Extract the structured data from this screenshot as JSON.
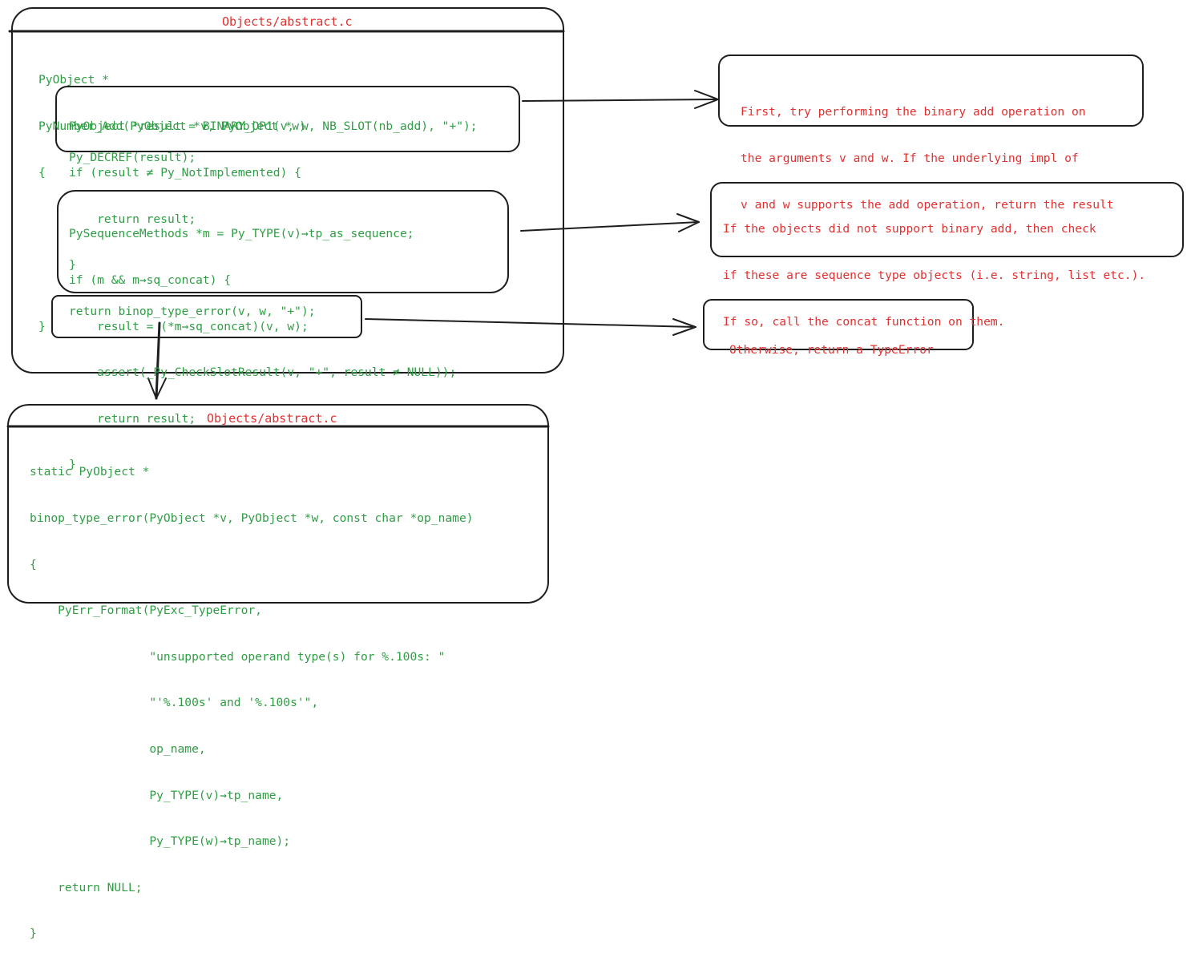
{
  "colors": {
    "stroke": "#1e1e1e",
    "code_text": "#2f9e44",
    "note_text": "#e03131",
    "background": "#ffffff"
  },
  "file_box_1": {
    "title": "Objects/abstract.c",
    "lines": [
      "PyObject *",
      "PyNumber_Add(PyObject *v, PyObject *w)",
      "{"
    ]
  },
  "block_binary_op": {
    "lines": [
      "PyObject *result = BINARY_OP1(v, w, NB_SLOT(nb_add), \"+\");",
      "if (result ≠ Py_NotImplemented) {",
      "    return result;",
      "}"
    ]
  },
  "decref_line": "Py_DECREF(result);",
  "block_sequence": {
    "lines": [
      "PySequenceMethods *m = Py_TYPE(v)→tp_as_sequence;",
      "if (m && m→sq_concat) {",
      "    result = (*m→sq_concat)(v, w);",
      "    assert(_Py_CheckSlotResult(v, \"+\", result ≠ NULL));",
      "    return result;",
      "}"
    ]
  },
  "block_return": {
    "line": "return binop_type_error(v, w, \"+\");"
  },
  "closing_brace": "}",
  "file_box_2": {
    "title": "Objects/abstract.c",
    "lines": [
      "static PyObject *",
      "binop_type_error(PyObject *v, PyObject *w, const char *op_name)",
      "{",
      "    PyErr_Format(PyExc_TypeError,",
      "                 \"unsupported operand type(s) for %.100s: \"",
      "                 \"'%.100s' and '%.100s'\",",
      "                 op_name,",
      "                 Py_TYPE(v)→tp_name,",
      "                 Py_TYPE(w)→tp_name);",
      "    return NULL;",
      "}"
    ]
  },
  "notes": {
    "binary_add": [
      "First, try performing the binary add operation on",
      "the arguments v and w. If the underlying impl of",
      "v and w supports the add operation, return the result"
    ],
    "sequence": [
      "If the objects did not support binary add, then check",
      "if these are sequence type objects (i.e. string, list etc.).",
      "If so, call the concat function on them."
    ],
    "type_error": [
      "Otherwise, return a TypeError"
    ]
  }
}
